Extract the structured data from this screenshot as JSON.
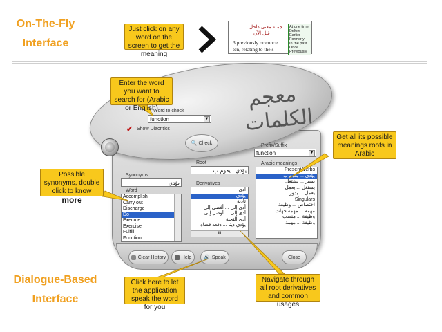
{
  "sections": {
    "onthefly_line1": "On-The-Fly",
    "onthefly_line2": "Interface",
    "dialogue_line1": "Dialogue-Based",
    "dialogue_line2": "Interface"
  },
  "callouts": {
    "click_word": "Just click on any word on the screen to get the meaning",
    "enter_word": "Enter the word you want to search for (Arabic or English)",
    "roots": "Get all its possible meanings roots in Arabic",
    "synonyms": "Possible synonyms, double click to know",
    "synonyms_more": "more",
    "speak": "Click here to let the application speak the word for you",
    "navigate": "Navigate through all root derivatives and common usages"
  },
  "demo": {
    "arabic_top": "جملة معنى داخل",
    "arabic_mid": "قبل الآن",
    "list": [
      "At one time",
      "Before",
      "Earlier",
      "Formerly",
      "In the past",
      "Once",
      "Previously"
    ],
    "line1": "3 previously or conce",
    "line2": "ten, relating to the s"
  },
  "app": {
    "logo": "معجم الكلمات",
    "word_label": "Word to check",
    "word_value": "function",
    "show_diacritics": "Show Diacritics",
    "check_label": "Check",
    "prefix_label": "Prefix/Suffix",
    "prefix_value": "function",
    "arabic_meanings_label": "Arabic meanings",
    "synonyms_label": "Synonyms",
    "synonyms_value": "يؤدي",
    "root_label": "Root",
    "root_value": "يؤدي ، يقوم ب",
    "word_col_label": "Word",
    "derivatives_label": "Derivatives",
    "word_list": [
      "Accomplish",
      "Carry out",
      "Discharge",
      "Do",
      "Execute",
      "Exercise",
      "Fulfill",
      "Function"
    ],
    "word_selected_index": 3,
    "derivatives_list": [
      "أدى",
      "يؤدي",
      "تأدية",
      "أدى إلى ... أفضى إلى",
      "أدى إلى ... أوصل إلى",
      "أدى التحية",
      "يؤدي دينا ... دفعه قضاه"
    ],
    "derivatives_selected_index": 1,
    "meanings_list": [
      "Present Verbs",
      "يؤدي ... يقوم ب",
      "يسير ... يشتغل",
      "يشتغل ... يعمل",
      "يعمل ... يدور",
      "Singulars",
      "اختصاص ... وظيفة",
      "مهمة ... مهمة جهات",
      "وظيفة ... منصب",
      "وظيفة ... مهمة"
    ],
    "meanings_selected_index": 1,
    "clear_history": "Clear History",
    "help": "Help",
    "speak": "Speak",
    "close": "Close",
    "hscroll_mark": "III"
  },
  "colors": {
    "accent": "#f8c81c",
    "title": "#f0a020",
    "selection": "#2a62c8"
  }
}
